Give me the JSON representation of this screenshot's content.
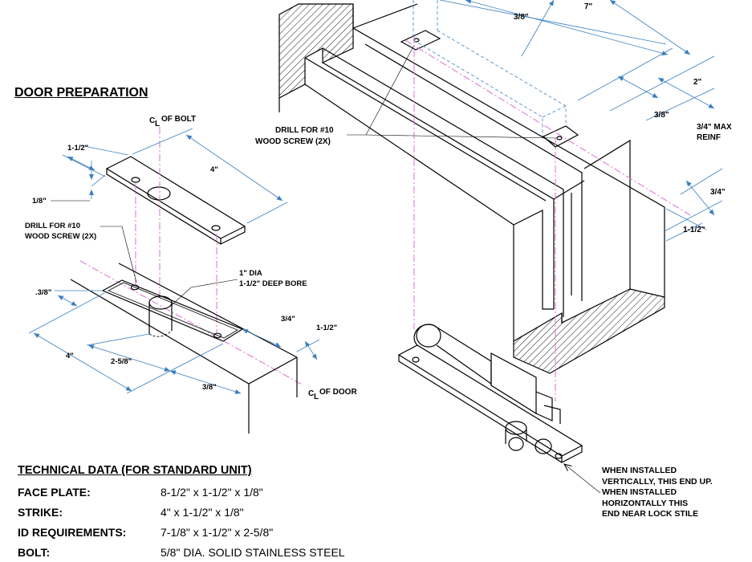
{
  "section_title": "DOOR PREPARATION",
  "labels": {
    "cl_of_bolt": "OF BOLT",
    "cl_of_door": "OF DOOR",
    "cl_symbol": "C",
    "cl_sub": "L",
    "drill_left_1": "DRILL FOR #10",
    "drill_left_2": "WOOD SCREW (2X)",
    "drill_right_1": "DRILL FOR #10",
    "drill_right_2": "WOOD SCREW (2X)",
    "bore_1": "1\" DIA",
    "bore_2": "1-1/2\" DEEP BORE",
    "reinf_1": "3/4\" MAX",
    "reinf_2": "REINF"
  },
  "dimensions": {
    "plate_width": "1-1/2\"",
    "plate_length": "4\"",
    "plate_thickness": "1/8\"",
    "mortise_depth": ".3/8\"",
    "mortise_length": "4\"",
    "bore_depth": "2-5/8\"",
    "edge_offset": "3/8\"",
    "side_3_4": "3/4\"",
    "side_1_1_2": "1-1/2\"",
    "frame_3_8_top": "3/8\"",
    "frame_7": "7\"",
    "frame_2": "2\"",
    "frame_3_8": "3/8\"",
    "frame_3_4": "3/4\"",
    "frame_1_1_2": "1-1/2\""
  },
  "technical_data": {
    "title": "TECHNICAL DATA (FOR STANDARD UNIT)",
    "rows": [
      {
        "key": "FACE PLATE:",
        "value": "8-1/2\" x 1-1/2\" x 1/8\""
      },
      {
        "key": "STRIKE:",
        "value": "4\" x 1-1/2\" x 1/8\""
      },
      {
        "key": "ID REQUIREMENTS:",
        "value": "7-1/8\" x 1-1/2\" x 2-5/8\""
      },
      {
        "key": "BOLT:",
        "value": "5/8\" DIA. SOLID STAINLESS STEEL"
      }
    ]
  },
  "install_note": [
    "WHEN INSTALLED",
    "VERTICALLY, THIS END UP.",
    "WHEN INSTALLED",
    "HORIZONTALLY THIS",
    "END NEAR LOCK STILE"
  ],
  "colors": {
    "dimension": "#3a7fc0",
    "centerline": "#e27ad6",
    "ink": "#000000"
  }
}
